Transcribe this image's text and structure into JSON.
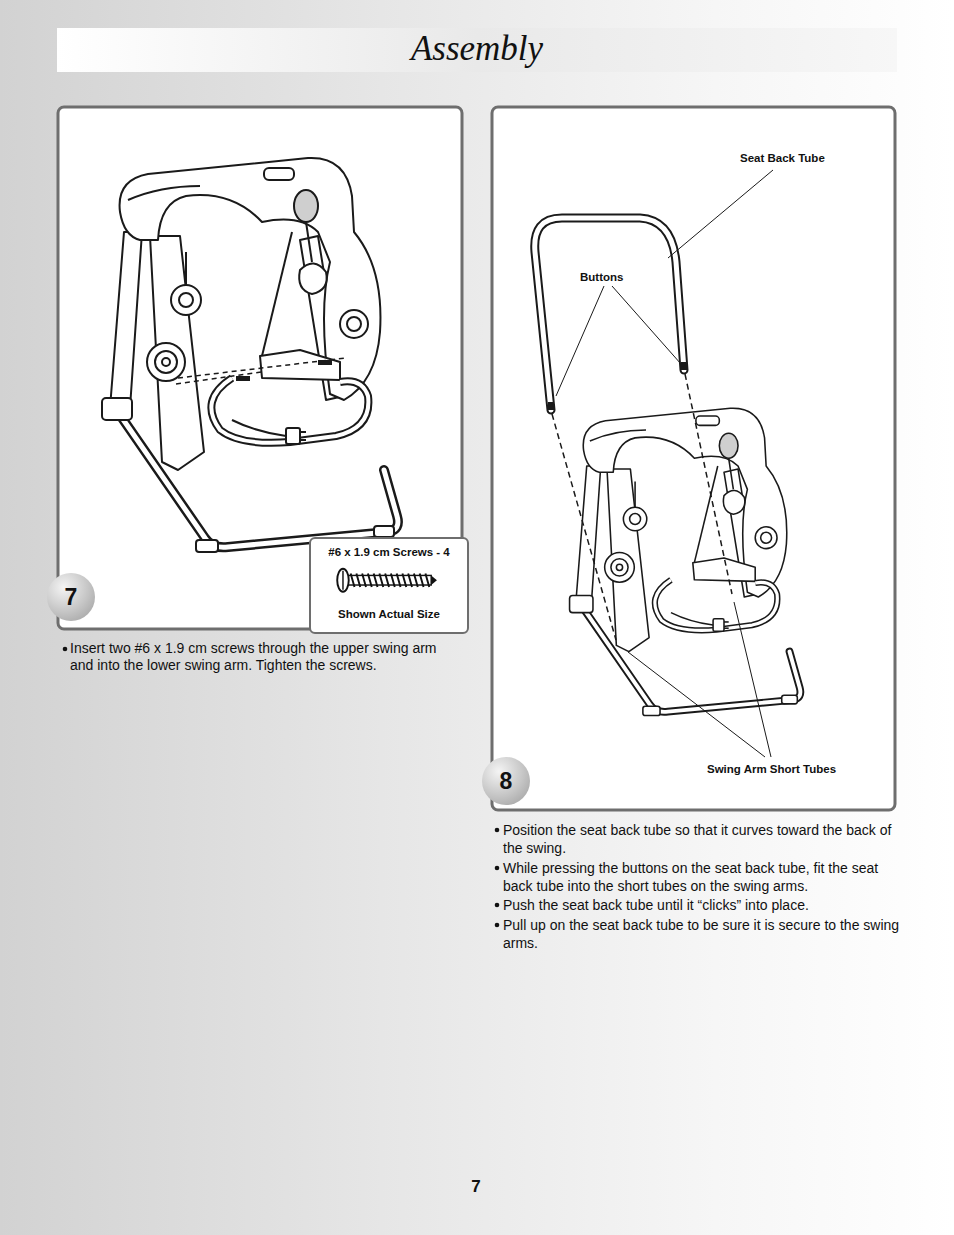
{
  "diagram": {
    "title": "Assembly",
    "nodes": [
      {
        "text": [
          "#6 x 1.9 cm Screws - 4",
          "Shown Actual Size"
        ]
      },
      {
        "text": [
          "7"
        ]
      },
      {
        "text": [
          "8"
        ]
      }
    ],
    "labels": [
      "Insert two #6 x 1.9 cm screws through the upper swing arm and into the lower swing arm. Tighten the screws.",
      "Seat Back Tube",
      "Buttons",
      "Swing Arm Short Tubes",
      "Position the seat back tube so that it curves toward the back of the swing.",
      "While pressing the buttons on the seat back tube, fit the seat back tube into the short tubes on the swing arms.",
      "Push the seat back tube until it “clicks” into place.",
      "Pull up on the seat back tube to be sure it is secure to the swing arms.",
      "7"
    ]
  }
}
